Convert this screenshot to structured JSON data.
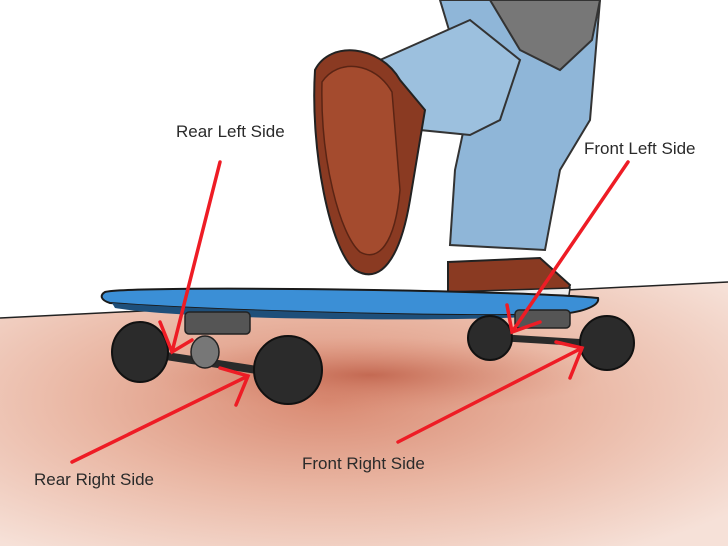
{
  "labels": {
    "rear_left": "Rear Left Side",
    "front_left": "Front Left Side",
    "rear_right": "Rear Right Side",
    "front_right": "Front Right Side"
  },
  "colors": {
    "arrow": "#ee1c25",
    "ground": "#e8b4a0",
    "deck": "#3b8fd6",
    "jeans": "#8fb6d8",
    "shoe": "#8a3a22",
    "wheel": "#2b2b2b"
  }
}
